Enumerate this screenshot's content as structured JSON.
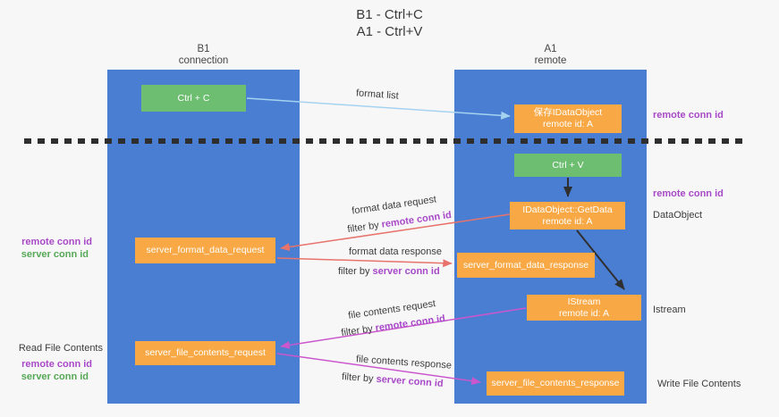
{
  "title": [
    "B1 - Ctrl+C",
    "A1 - Ctrl+V"
  ],
  "lanes": {
    "b1": {
      "name": "B1",
      "subtitle": "connection"
    },
    "a1": {
      "name": "A1",
      "subtitle": "remote"
    }
  },
  "nodes": {
    "ctrl_c": "Ctrl + C",
    "ctrl_v": "Ctrl + V",
    "save_idataobject": {
      "title": "保存IDataObject",
      "subtitle": "remote id: A"
    },
    "idataobject_getdata": {
      "title": "IDataObject::GetData",
      "subtitle": "remote id: A"
    },
    "istream": {
      "title": "IStream",
      "subtitle": "remote id: A"
    },
    "server_format_data_request": "server_format_data_request",
    "server_format_data_response": "server_format_data_response",
    "server_file_contents_request": "server_file_contents_request",
    "server_file_contents_response": "server_file_contents_response"
  },
  "labels": {
    "format_list": "format list",
    "format_data_request": "format data request",
    "format_data_response": "format data response",
    "file_contents_request": "file contents request",
    "file_contents_response": "file contents response",
    "filter_by": "filter by ",
    "remote_conn_id": "remote conn id",
    "server_conn_id": "server conn id",
    "dataobject": "DataObject",
    "istream": "Istream",
    "read_file_contents": "Read File Contents",
    "write_file_contents": "Write File Contents"
  },
  "colors": {
    "lane_blue": "#4a7ed3",
    "node_green": "#6dbe70",
    "node_orange": "#f8a844",
    "arrow_blue": "#a5d3ef",
    "arrow_red": "#e8736b",
    "arrow_magenta": "#ca57cb",
    "arrow_black": "#2f2f2f",
    "text_purple": "#a849c8",
    "text_green": "#55a855",
    "dash_line": "#2e2e2e"
  }
}
